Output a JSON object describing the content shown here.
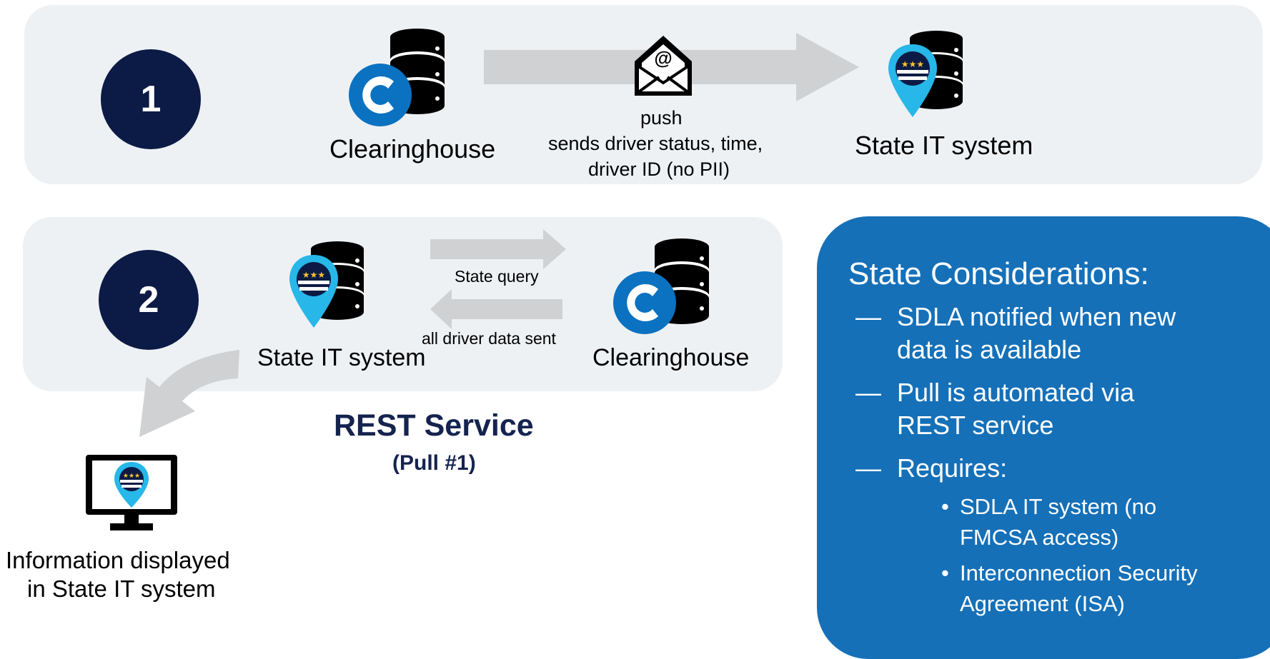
{
  "row1": {
    "step_number": "1",
    "source_label": "Clearinghouse",
    "arrow_label": "push",
    "arrow_description_line1": "sends driver status, time,",
    "arrow_description_line2": "driver ID (no PII)",
    "target_label": "State IT system"
  },
  "row2": {
    "step_number": "2",
    "state_label": "State IT system",
    "query_label": "State query",
    "response_label": "all driver data sent",
    "clearinghouse_label": "Clearinghouse"
  },
  "rest": {
    "title": "REST Service",
    "subtitle": "(Pull #1)"
  },
  "display": {
    "line1": "Information displayed",
    "line2": "in State IT system"
  },
  "considerations": {
    "title": "State Considerations:",
    "dash_glyph": "—",
    "bullet_glyph": "•",
    "items": [
      {
        "line1": "SDLA notified when new",
        "line2": "data is available"
      },
      {
        "line1": "Pull is automated via",
        "line2": "REST service"
      },
      {
        "line1": "Requires:"
      }
    ],
    "sub_items": [
      {
        "line1": "SDLA IT system (no",
        "line2": "FMCSA access)"
      },
      {
        "line1": "Interconnection Security",
        "line2": "Agreement (ISA)"
      }
    ]
  },
  "colors": {
    "panel_bg": "#eef1f4",
    "step_circle": "#0c1b45",
    "clearinghouse_blue": "#0a72c0",
    "state_pin_cyan": "#27b7e8",
    "considerations_bg": "#1570b8",
    "arrow_gray": "#cfd1d2",
    "rest_title": "#15234f"
  }
}
